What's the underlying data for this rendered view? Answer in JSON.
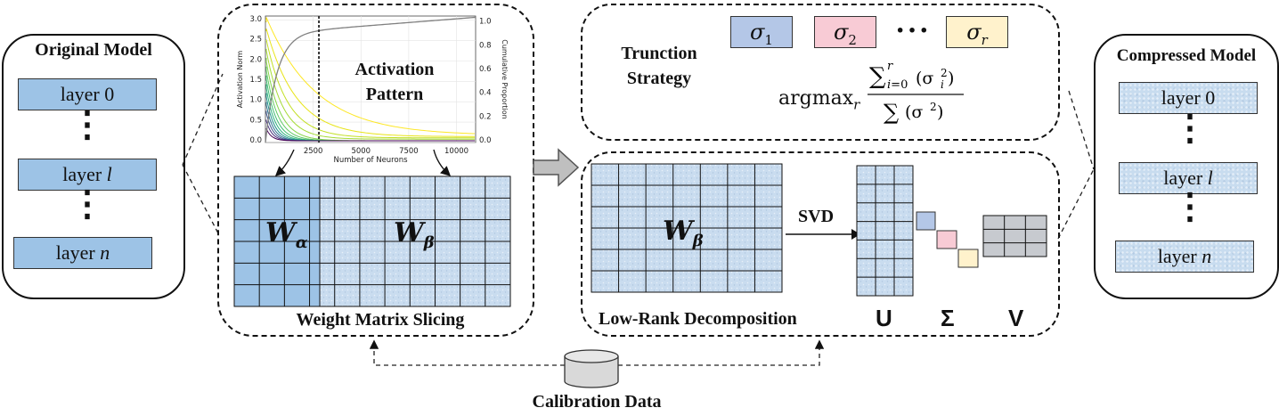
{
  "original_model": {
    "title": "Original Model",
    "layers": [
      {
        "prefix": "layer ",
        "index": "0"
      },
      {
        "prefix": "layer ",
        "index": "l"
      },
      {
        "prefix": "layer ",
        "index": "n"
      }
    ],
    "ellipsis": "⋮"
  },
  "compressed_model": {
    "title": "Compressed Model",
    "layers": [
      {
        "prefix": "layer ",
        "index": "0"
      },
      {
        "prefix": "layer ",
        "index": "l"
      },
      {
        "prefix": "layer ",
        "index": "n"
      }
    ],
    "ellipsis": "⋮"
  },
  "slicing_panel": {
    "title": "Weight Matrix Slicing",
    "activation_label_line1": "Activation",
    "activation_label_line2": "Pattern",
    "w_alpha": "W",
    "w_alpha_sub": "α",
    "w_beta": "W",
    "w_beta_sub": "β"
  },
  "activation_chart": {
    "y_left_label": "Activation Norm",
    "y_right_label": "Cumulative Proportion",
    "x_label": "Number of Neurons",
    "x_ticks": [
      "2500",
      "5000",
      "7500",
      "10000"
    ],
    "y_left_ticks": [
      "0.0",
      "0.5",
      "1.0",
      "1.5",
      "2.0",
      "2.5",
      "3.0"
    ],
    "y_right_ticks": [
      "0.0",
      "0.2",
      "0.4",
      "0.6",
      "0.8",
      "1.0"
    ]
  },
  "truncation_panel": {
    "title_line1": "Trunction",
    "title_line2": "Strategy",
    "sigmas": [
      {
        "sym": "σ",
        "sub": "1",
        "color": "#b4c7e7"
      },
      {
        "sym": "σ",
        "sub": "2",
        "color": "#f8cbd5"
      },
      {
        "sym": "σ",
        "sub": "r",
        "color": "#fff2cc"
      }
    ],
    "dots": "···",
    "formula_argmax": "argmax",
    "formula_sub": "r"
  },
  "lowrank_panel": {
    "title": "Low-Rank Decomposition",
    "svd_label": "SVD",
    "w_beta": "W",
    "w_beta_sub": "β",
    "u_label": "U",
    "sigma_label": "Σ",
    "v_label": "V"
  },
  "calibration": {
    "label": "Calibration Data"
  },
  "colors": {
    "layer_blue": "#9dc3e6",
    "light_blue": "#c8dcef",
    "chart_gray": "#808080",
    "cyl_fill": "#d9d9d9",
    "arrow_fill": "#bfbfbf"
  }
}
